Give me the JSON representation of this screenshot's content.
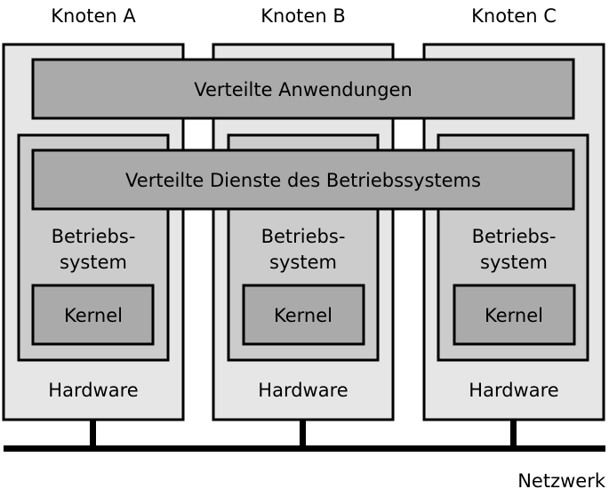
{
  "nodes": [
    {
      "title": "Knoten A",
      "os_line1": "Betriebs-",
      "os_line2": "system",
      "kernel": "Kernel",
      "hardware": "Hardware"
    },
    {
      "title": "Knoten B",
      "os_line1": "Betriebs-",
      "os_line2": "system",
      "kernel": "Kernel",
      "hardware": "Hardware"
    },
    {
      "title": "Knoten C",
      "os_line1": "Betriebs-",
      "os_line2": "system",
      "kernel": "Kernel",
      "hardware": "Hardware"
    }
  ],
  "layers": {
    "applications": "Verteilte Anwendungen",
    "services": "Verteilte Dienste des Betriebssystems"
  },
  "network": {
    "label": "Netzwerk"
  },
  "colors": {
    "hardware_fill": "#e6e6e6",
    "os_fill": "#cccccc",
    "kernel_fill": "#aaaaaa",
    "layer_fill": "#aaaaaa",
    "stroke": "#000000"
  }
}
